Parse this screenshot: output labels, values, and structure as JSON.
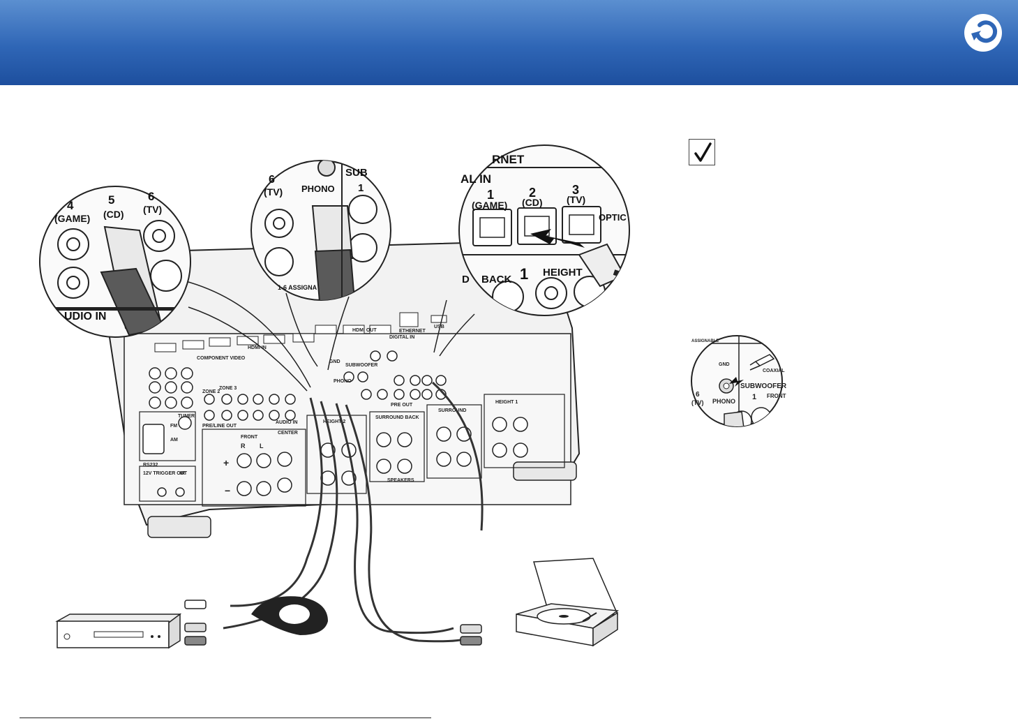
{
  "header": {
    "back_icon": "return-arrow-icon",
    "accent": "#2f66b6"
  },
  "checklist": {
    "icon": "checkmark-icon"
  },
  "zoom_left": {
    "labels": [
      "4",
      "5",
      "6",
      "(GAME)",
      "(CD)",
      "(TV)",
      "UDIO IN"
    ]
  },
  "zoom_middle": {
    "labels": [
      "6",
      "(TV)",
      "PHONO",
      "SUB",
      "1",
      "1-6 ASSIGNA"
    ]
  },
  "zoom_right": {
    "labels": [
      "RNET",
      "AL IN",
      "1",
      "2",
      "3",
      "(GAME)",
      "(CD)",
      "(TV)",
      "OPTIC",
      "D",
      "BACK",
      "1",
      "HEIGHT"
    ]
  },
  "receiver_panel": {
    "labels": [
      "COMPONENT VIDEO",
      "HDMI IN",
      "HDMI OUT",
      "ETHERNET",
      "USB",
      "DIGITAL IN",
      "AUDIO IN",
      "PRE/LINE OUT",
      "TUNER",
      "FM",
      "AM",
      "RS232",
      "12V TRIGGER OUT",
      "IR",
      "FRONT",
      "CENTER",
      "SURROUND BACK",
      "SURROUND",
      "HEIGHT 1",
      "HEIGHT 2",
      "SUBWOOFER",
      "PRE OUT",
      "SPEAKERS",
      "ZONE 2",
      "ZONE 3",
      "GND",
      "PHONO",
      "R",
      "L",
      "+",
      "−"
    ]
  },
  "inset_detail": {
    "labels": [
      "ASSIGNABLE",
      "GND",
      "COAXIAL",
      "6",
      "(TV)",
      "PHONO",
      "SUBWOOFER",
      "1",
      "FRONT"
    ]
  }
}
